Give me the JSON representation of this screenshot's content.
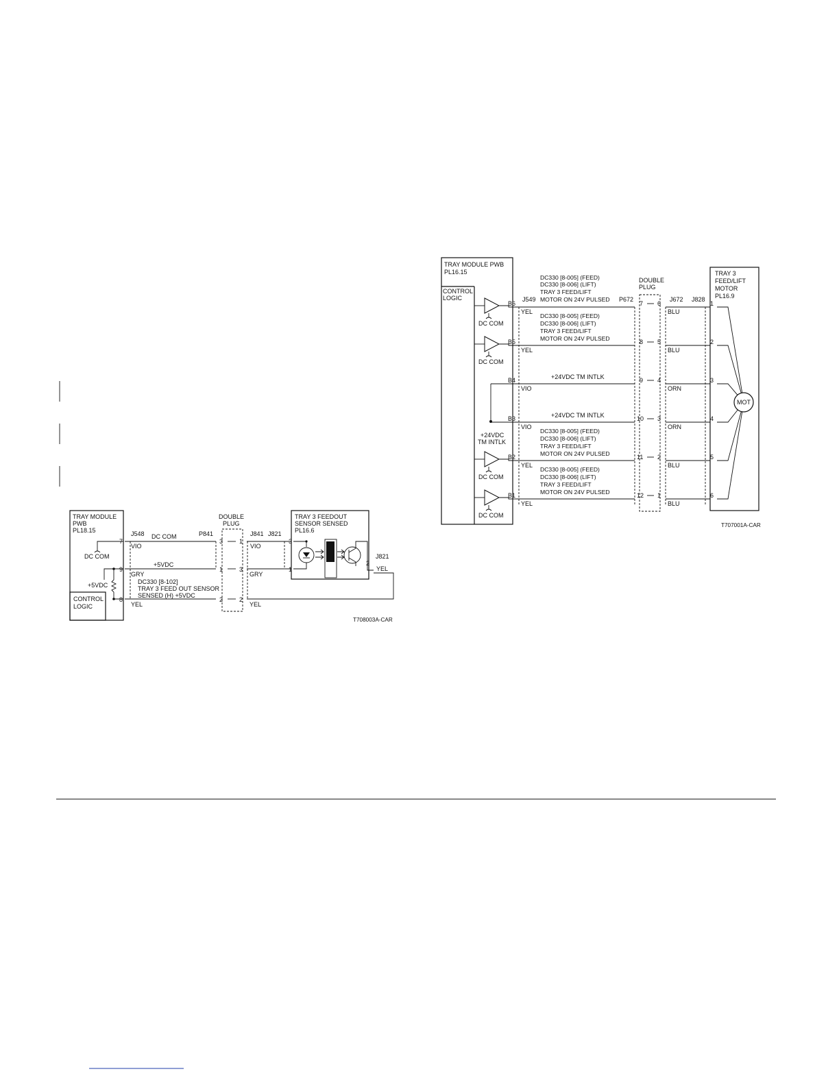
{
  "left_diagram": {
    "pwb": {
      "line1": "TRAY MODULE",
      "line2": "PWB",
      "line3": "PL18.15",
      "control1": "CONTROL",
      "control2": "LOGIC",
      "dc_com": "DC COM",
      "v5": "+5VDC"
    },
    "connectors": {
      "j548": "J548",
      "p841": "P841",
      "j841": "J841",
      "j821a": "J821",
      "j821b": "J821",
      "double1": "DOUBLE",
      "double2": "PLUG"
    },
    "pins": {
      "p7": "7",
      "p9": "9",
      "p8": "8",
      "d3": "3",
      "d1a": "1",
      "d1b": "1",
      "d3b": "3",
      "d2a": "2",
      "d2b": "2",
      "s3": "3",
      "s1": "1",
      "s2": "2"
    },
    "wires": {
      "dc_com": "DC COM",
      "vio1": "VIO",
      "vio2": "VIO",
      "v5": "+5VDC",
      "gry1": "GRY",
      "gry2": "GRY",
      "yel1": "YEL",
      "yel2": "YEL",
      "yel3": "YEL"
    },
    "signal": {
      "line1": "DC330 [8-102]",
      "line2": "TRAY 3 FEED OUT SENSOR",
      "line3": "SENSED (H) +5VDC"
    },
    "sensor": {
      "line1": "TRAY 3 FEEDOUT",
      "line2": "SENSOR SENSED",
      "line3": "PL16.6"
    },
    "code": "T708003A-CAR"
  },
  "right_diagram": {
    "pwb": {
      "line1": "TRAY MODULE PWB",
      "line2": "PL16.15",
      "control1": "CONTROL",
      "control2": "LOGIC",
      "interlock1": "+24VDC",
      "interlock2": "TM INTLK"
    },
    "connectors": {
      "j549": "J549",
      "p672": "P672",
      "j672": "J672",
      "j828": "J828",
      "double1": "DOUBLE",
      "double2": "PLUG"
    },
    "motor": {
      "line1": "TRAY 3",
      "line2": "FEED/LIFT",
      "line3": "MOTOR",
      "line4": "PL16.9",
      "label": "MOT"
    },
    "dc_com": "DC COM",
    "signal_block": {
      "line1": "DC330 [8-005] (FEED)",
      "line2": "DC330 [8-006] (LIFT)",
      "line3": "TRAY 3 FEED/LIFT",
      "line4": "MOTOR ON 24V PULSED"
    },
    "intlk_label": "+24VDC TM INTLK",
    "rows": [
      {
        "pin": "B6",
        "wire_left": "YEL",
        "plug_left": "7",
        "plug_right": "6",
        "wire_right": "BLU",
        "motor_pin": "1"
      },
      {
        "pin": "B5",
        "wire_left": "YEL",
        "plug_left": "8",
        "plug_right": "5",
        "wire_right": "BLU",
        "motor_pin": "2"
      },
      {
        "pin": "B4",
        "wire_left": "VIO",
        "plug_left": "9",
        "plug_right": "4",
        "wire_right": "ORN",
        "motor_pin": "3"
      },
      {
        "pin": "B3",
        "wire_left": "VIO",
        "plug_left": "10",
        "plug_right": "3",
        "wire_right": "ORN",
        "motor_pin": "4"
      },
      {
        "pin": "B2",
        "wire_left": "YEL",
        "plug_left": "11",
        "plug_right": "2",
        "wire_right": "BLU",
        "motor_pin": "5"
      },
      {
        "pin": "B1",
        "wire_left": "YEL",
        "plug_left": "12",
        "plug_right": "1",
        "wire_right": "BLU",
        "motor_pin": "6"
      }
    ],
    "code": "T707001A-CAR"
  }
}
